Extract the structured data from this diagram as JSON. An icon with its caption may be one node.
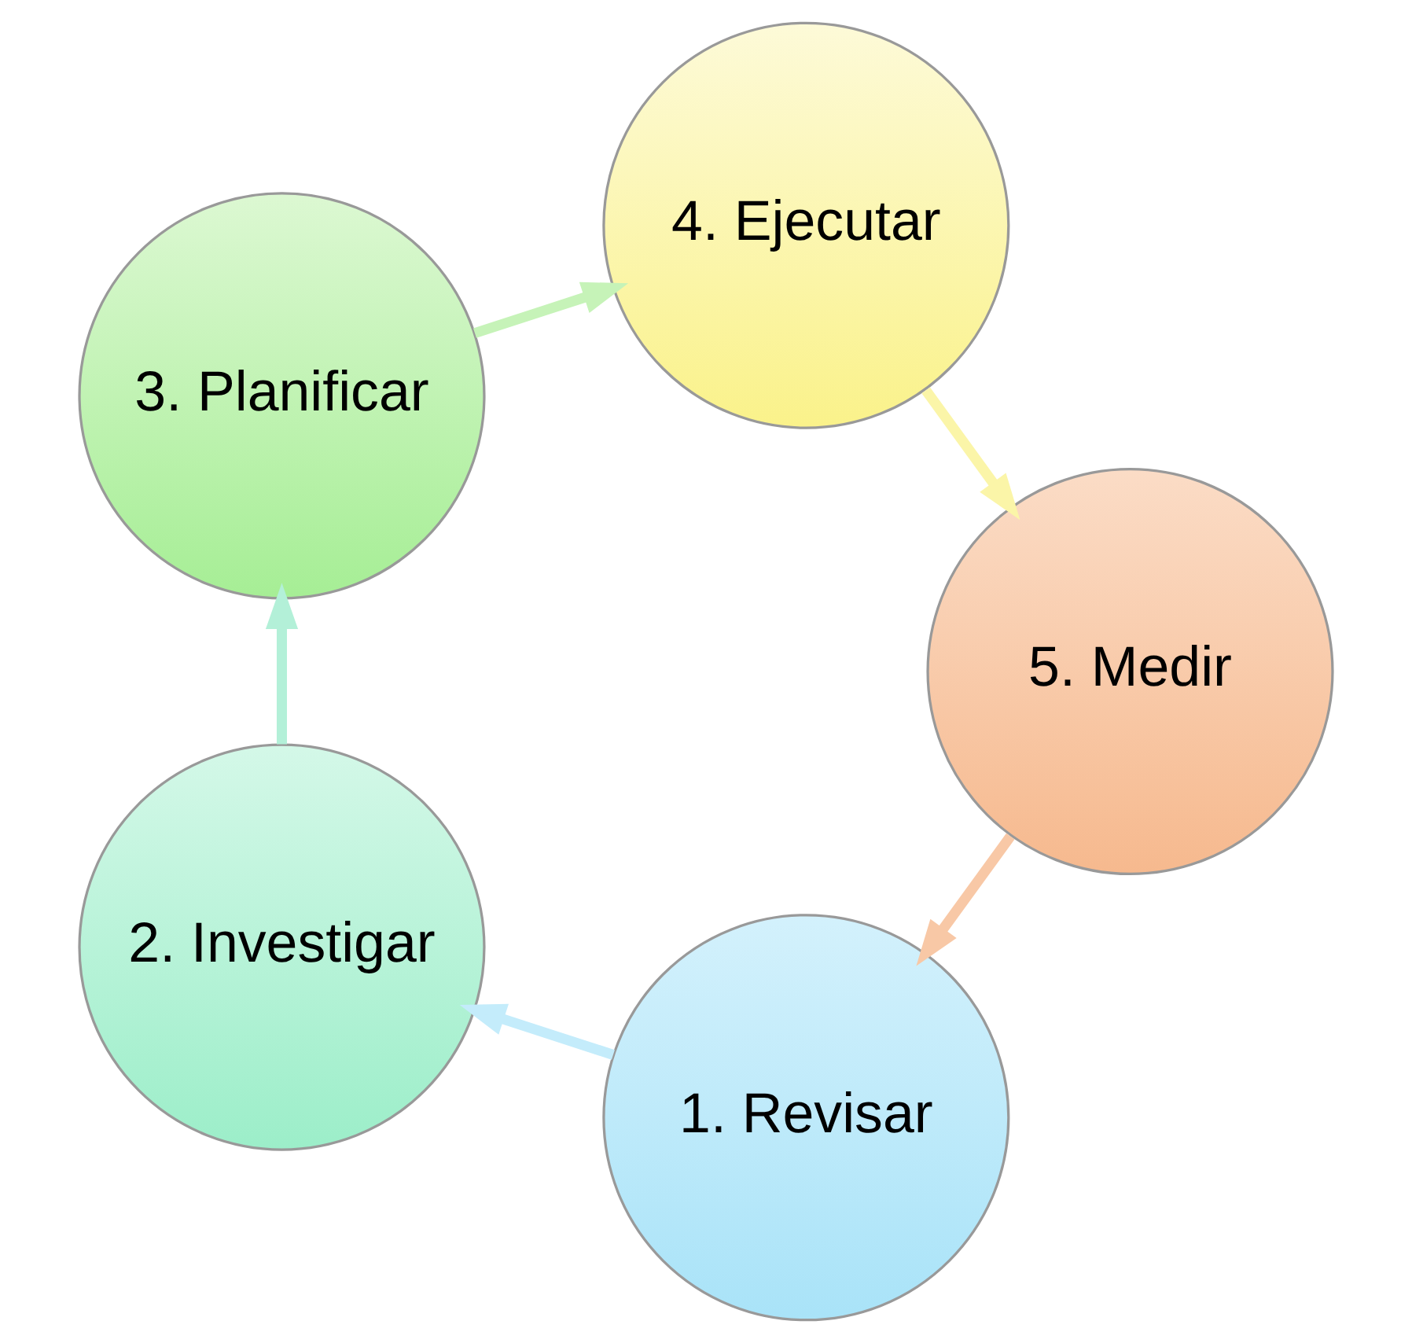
{
  "diagram": {
    "nodes": [
      {
        "text": [
          "1. Revisar"
        ]
      },
      {
        "text": [
          "2. Investigar"
        ]
      },
      {
        "text": [
          "3. Planificar"
        ]
      },
      {
        "text": [
          "4. Ejecutar"
        ]
      },
      {
        "text": [
          "5. Medir"
        ]
      }
    ],
    "edges": [
      {
        "from": 0,
        "to": 1,
        "arrow": "to",
        "color": "#c4ecfb"
      },
      {
        "from": 1,
        "to": 2,
        "arrow": "to",
        "color": "#b3f0d8"
      },
      {
        "from": 2,
        "to": 3,
        "arrow": "to",
        "color": "#c6f3b8"
      },
      {
        "from": 3,
        "to": 4,
        "arrow": "to",
        "color": "#fbf5a8"
      },
      {
        "from": 4,
        "to": 0,
        "arrow": "to",
        "color": "#f8c8a6"
      }
    ]
  }
}
